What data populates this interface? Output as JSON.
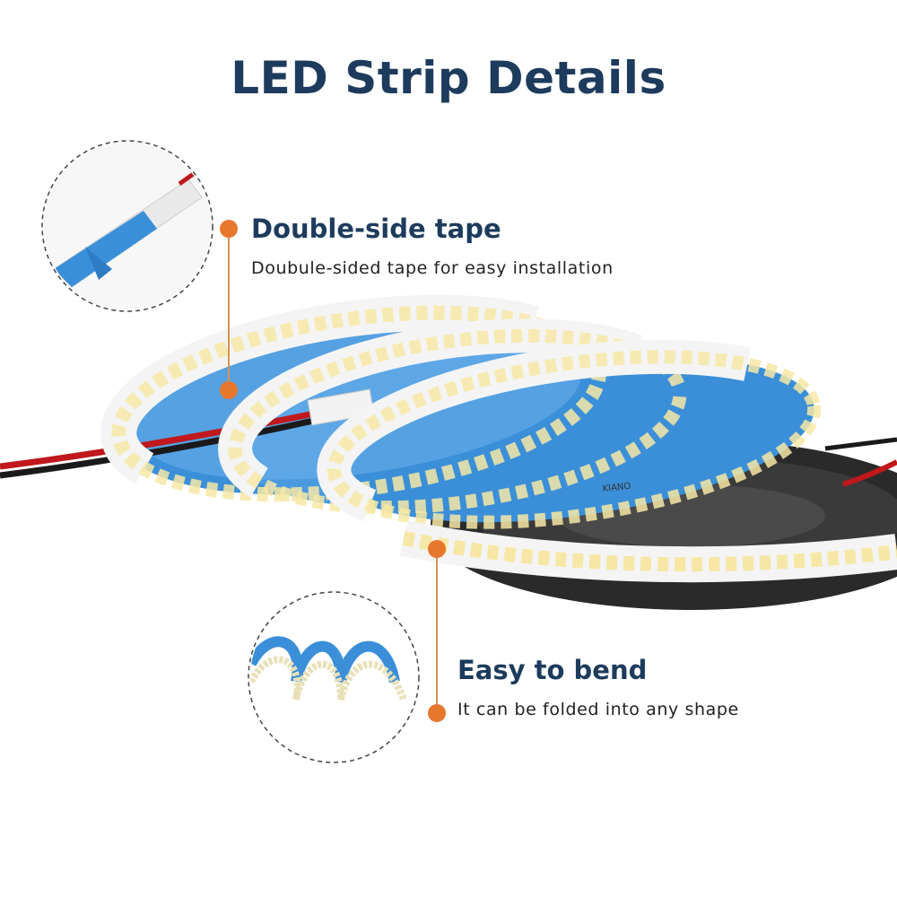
{
  "title": "LED Strip Details",
  "features": [
    {
      "heading": "Double-side tape",
      "description": "Doubule-sided tape for easy installation"
    },
    {
      "heading": "Easy to bend",
      "description": "It can be folded into any shape"
    }
  ],
  "strip_marking": "KIANO",
  "colors": {
    "title": "#1d3b5c",
    "accent": "#e8772e",
    "tape": "#3a8fd8",
    "led": "#f6e7a6"
  }
}
